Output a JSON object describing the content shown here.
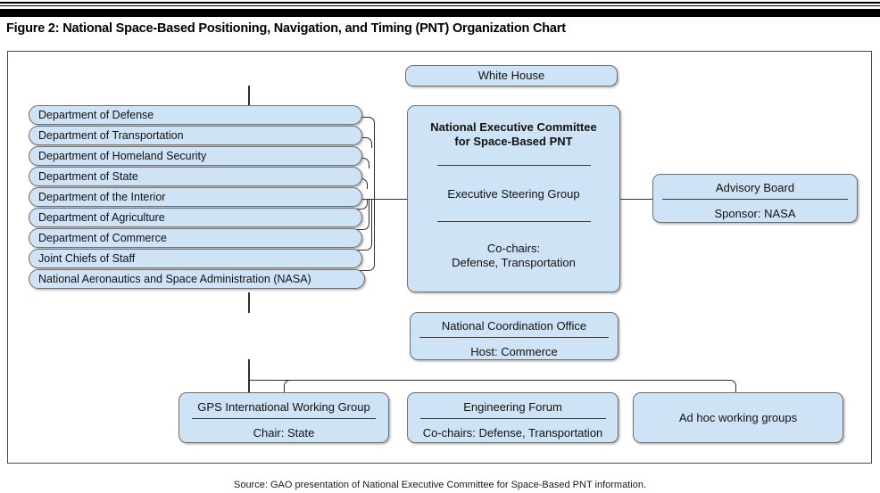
{
  "figure": {
    "title": "Figure 2: National Space-Based Positioning, Navigation, and Timing (PNT) Organization Chart",
    "source": "Source: GAO presentation of National Executive Committee for Space-Based PNT information."
  },
  "colors": {
    "node_fill": "#cfe3f7",
    "node_border": "#6e6e6e",
    "connector": "#2e2e2e",
    "frame_border": "#4a4a4a",
    "header_bar": "#000000"
  },
  "chart": {
    "white_house": {
      "label": "White House"
    },
    "executive_committee": {
      "title_line1": "National Executive Committee",
      "title_line2": "for Space-Based PNT",
      "section2": "Executive Steering Group",
      "section3_line1": "Co-chairs:",
      "section3_line2": "Defense, Transportation"
    },
    "advisory_board": {
      "title": "Advisory Board",
      "detail": "Sponsor: NASA"
    },
    "coordination_office": {
      "title": "National Coordination Office",
      "detail": "Host: Commerce"
    },
    "member_agencies": [
      {
        "label": "Department of Defense"
      },
      {
        "label": "Department of Transportation"
      },
      {
        "label": "Department of Homeland Security"
      },
      {
        "label": "Department of State"
      },
      {
        "label": "Department of the Interior"
      },
      {
        "label": "Department of Agriculture"
      },
      {
        "label": "Department of Commerce"
      },
      {
        "label": "Joint Chiefs of Staff"
      },
      {
        "label": "National Aeronautics and Space Administration (NASA)"
      }
    ],
    "working_groups": [
      {
        "title": "GPS International Working Group",
        "detail": "Chair: State"
      },
      {
        "title": "Engineering Forum",
        "detail": "Co-chairs: Defense, Transportation"
      },
      {
        "title": "Ad hoc working groups",
        "detail": ""
      }
    ]
  }
}
